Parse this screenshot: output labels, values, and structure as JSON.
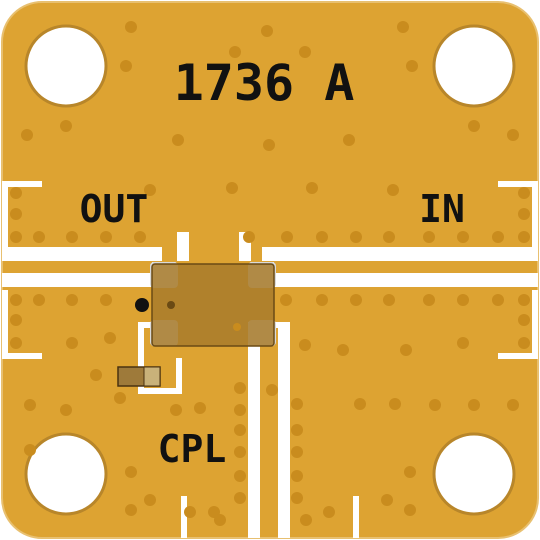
{
  "part_number": "1736 A",
  "ports": {
    "out_label": "OUT",
    "in_label": "IN",
    "cpl_label": "CPL"
  },
  "colors": {
    "gold": "#DDA332",
    "gold_dark": "#C98F22",
    "via": "#C98C1E",
    "substrate": "#FFFFFF",
    "chip": "#A87B2C",
    "chip_border": "#6A4A14",
    "resistor": "#9E7A3A",
    "text": "#111111"
  }
}
